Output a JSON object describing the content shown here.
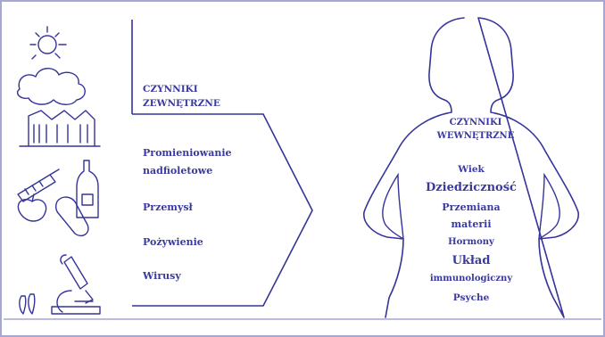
{
  "colors": {
    "ink": "#3a3aa0",
    "line": "#34349a",
    "frame": "#a7a7d6",
    "background": "#ffffff"
  },
  "external": {
    "title_line1": "CZYNNIKI",
    "title_line2": "ZEWNĘTRZNE",
    "items": [
      "Promieniowanie",
      "nadfioletowe",
      "Przemysł",
      "Pożywienie",
      "Wirusy"
    ]
  },
  "internal": {
    "title_line1": "CZYNNIKI",
    "title_line2": "WEWNĘTRZNE",
    "items": [
      "Wiek",
      "Dziedziczność",
      "Przemiana",
      "materii",
      "Hormony",
      "Układ",
      "immunologiczny",
      "Psyche"
    ]
  },
  "icons": [
    "sun-icon",
    "cloud-icon",
    "factory-icon",
    "syringe-icon",
    "apple-icon",
    "bottle-icon",
    "sausage-icon",
    "microscope-icon",
    "virus-icon"
  ]
}
